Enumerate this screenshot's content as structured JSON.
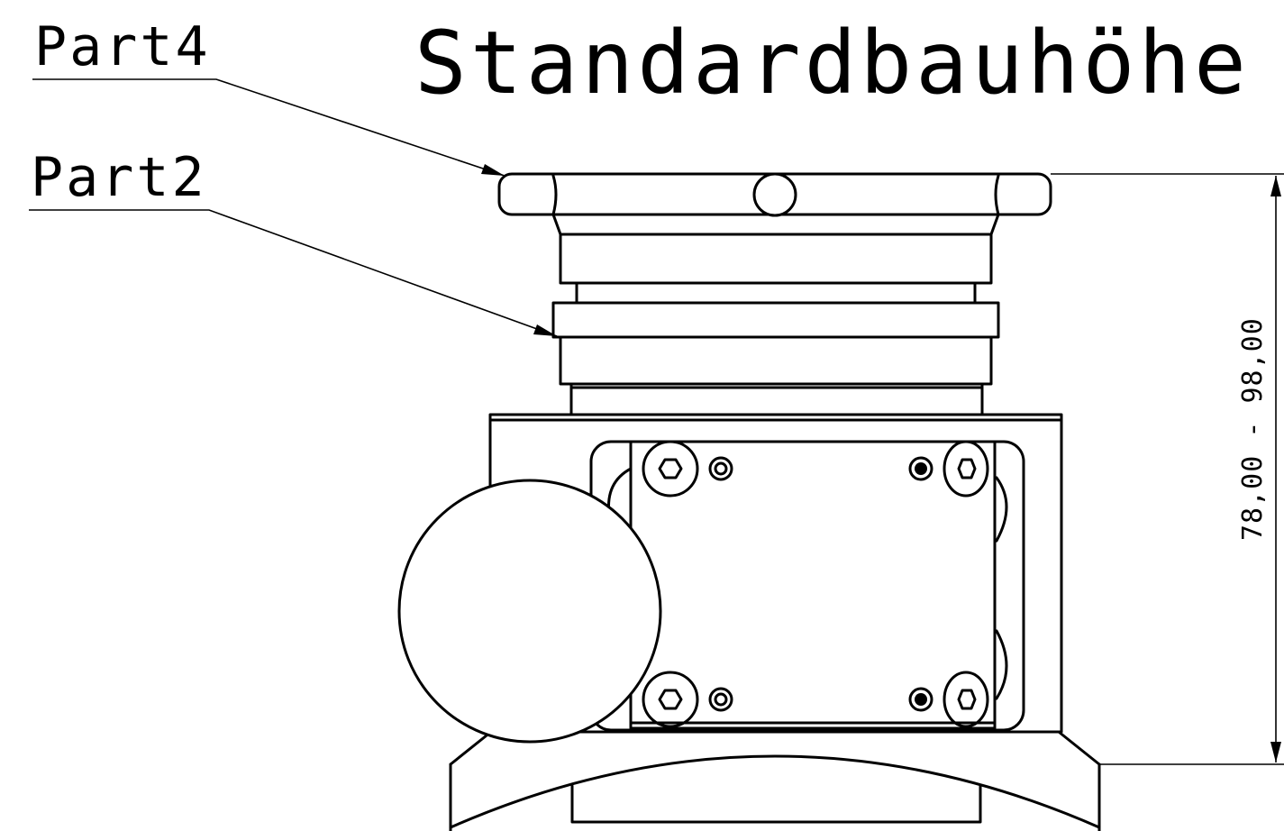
{
  "drawing": {
    "title": "Standardbauhöhe",
    "callouts": [
      {
        "id": "part4",
        "label": "Part4"
      },
      {
        "id": "part2",
        "label": "Part2"
      }
    ],
    "dimension": {
      "text": "78,00 - 98,00"
    },
    "stroke_color": "#000000",
    "background": "#ffffff"
  }
}
